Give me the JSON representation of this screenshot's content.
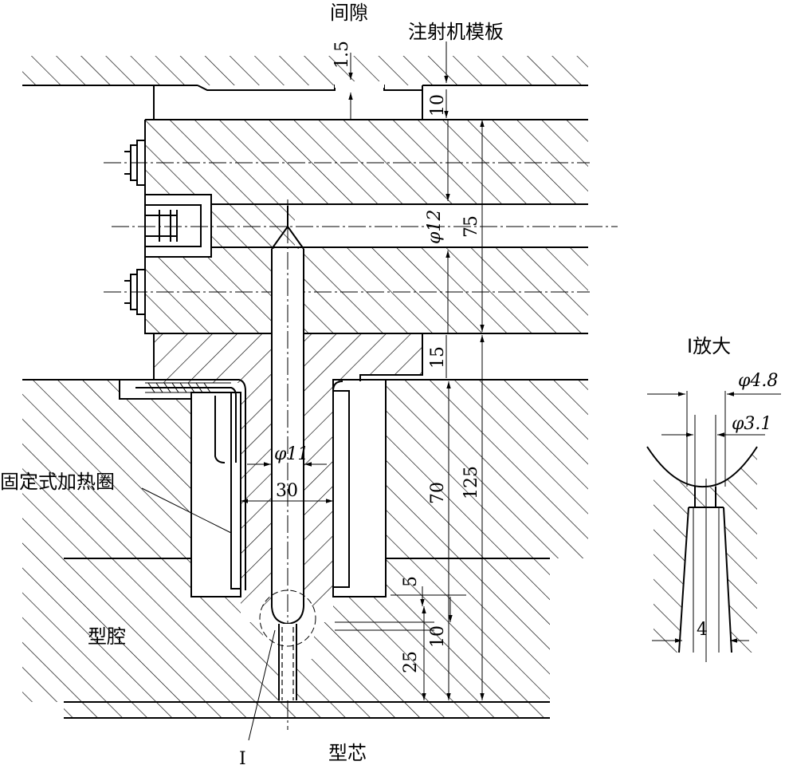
{
  "labels": {
    "gap": "间隙",
    "platen": "注射机模板",
    "heater": "固定式加热圈",
    "cavity": "型腔",
    "core": "型芯",
    "detail_ref": "I",
    "detail_title": "I放大"
  },
  "dimensions": {
    "gap": "1.5",
    "d10_top": "10",
    "phi12": "φ12",
    "d75": "75",
    "d15": "15",
    "phi11": "φ11",
    "d30": "30",
    "d70": "70",
    "d125": "125",
    "d5": "5",
    "d10_bottom": "10",
    "d25": "25",
    "phi4_8": "φ4.8",
    "phi3_1": "φ3.1",
    "d4": "4"
  }
}
